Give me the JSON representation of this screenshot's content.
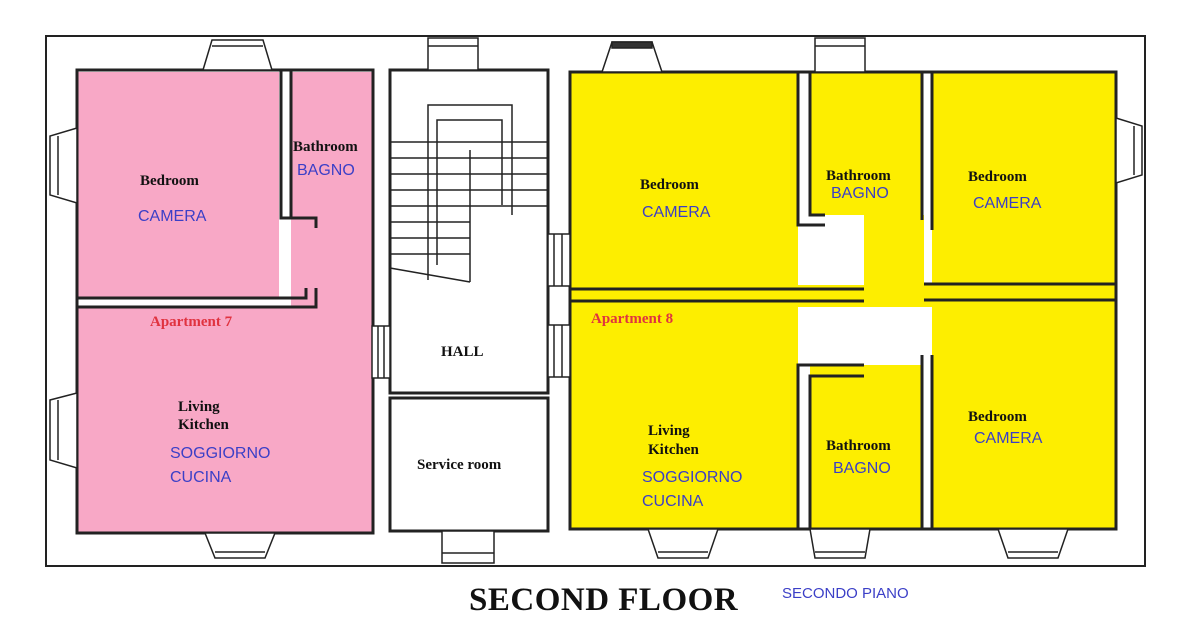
{
  "title": "SECOND FLOOR",
  "subtitle": "SECONDO PIANO",
  "colors": {
    "apartment_7": "#f8a8c6",
    "apartment_8": "#fdee00",
    "it_label": "#3b3fc7",
    "apartment_label": "#e03340",
    "walls": "#222222"
  },
  "apartment_7": {
    "label": "Apartment 7",
    "bedroom": {
      "en": "Bedroom",
      "it": "CAMERA"
    },
    "bathroom": {
      "en": "Bathroom",
      "it": "BAGNO"
    },
    "living": {
      "en_1": "Living",
      "en_2": "Kitchen",
      "it_1": "SOGGIORNO",
      "it_2": "CUCINA"
    }
  },
  "common": {
    "hall": "HALL",
    "service_room": "Service room"
  },
  "apartment_8": {
    "label": "Apartment 8",
    "bedroom_1": {
      "en": "Bedroom",
      "it": "CAMERA"
    },
    "bathroom_1": {
      "en": "Bathroom",
      "it": "BAGNO"
    },
    "bedroom_2": {
      "en": "Bedroom",
      "it": "CAMERA"
    },
    "living": {
      "en_1": "Living",
      "en_2": "Kitchen",
      "it_1": "SOGGIORNO",
      "it_2": "CUCINA"
    },
    "bathroom_2": {
      "en": "Bathroom",
      "it": "BAGNO"
    },
    "bedroom_3": {
      "en": "Bedroom",
      "it": "CAMERA"
    }
  }
}
